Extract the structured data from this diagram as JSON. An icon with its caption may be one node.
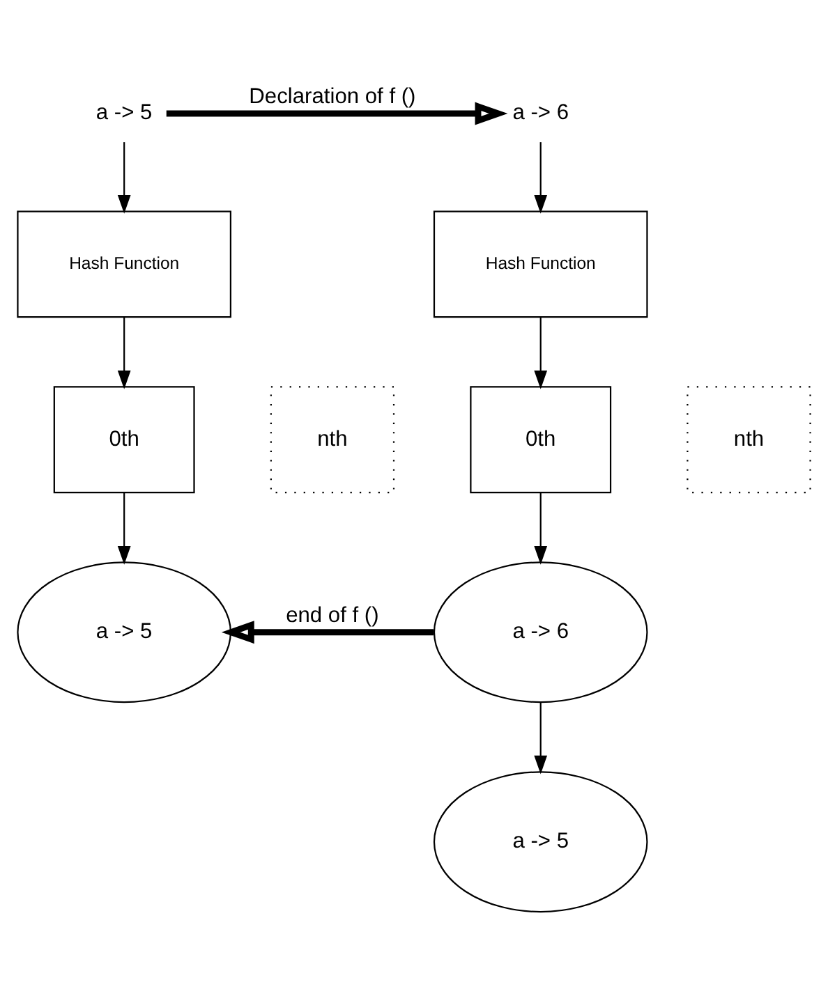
{
  "diagram": {
    "nodes": [
      {
        "text": [
          "a -> 5"
        ]
      },
      {
        "text": [
          "a -> 6"
        ]
      },
      {
        "text": [
          "Hash Function"
        ]
      },
      {
        "text": [
          "Hash Function"
        ]
      },
      {
        "text": [
          "0th"
        ]
      },
      {
        "text": [
          "nth"
        ]
      },
      {
        "text": [
          "0th"
        ]
      },
      {
        "text": [
          "nth"
        ]
      },
      {
        "text": [
          "a -> 5"
        ]
      },
      {
        "text": [
          "a -> 6"
        ]
      },
      {
        "text": [
          "a -> 5"
        ]
      }
    ],
    "edges": [
      {
        "from": 0,
        "to": 1,
        "arrow": "to",
        "label": "Declaration of f ()",
        "style": "thick"
      },
      {
        "from": 0,
        "to": 2,
        "arrow": "to"
      },
      {
        "from": 1,
        "to": 3,
        "arrow": "to"
      },
      {
        "from": 2,
        "to": 4,
        "arrow": "to"
      },
      {
        "from": 3,
        "to": 6,
        "arrow": "to"
      },
      {
        "from": 4,
        "to": 8,
        "arrow": "to"
      },
      {
        "from": 6,
        "to": 9,
        "arrow": "to"
      },
      {
        "from": 9,
        "to": 8,
        "arrow": "to",
        "label": "end of f ()",
        "style": "thick"
      },
      {
        "from": 9,
        "to": 10,
        "arrow": "to"
      }
    ]
  }
}
